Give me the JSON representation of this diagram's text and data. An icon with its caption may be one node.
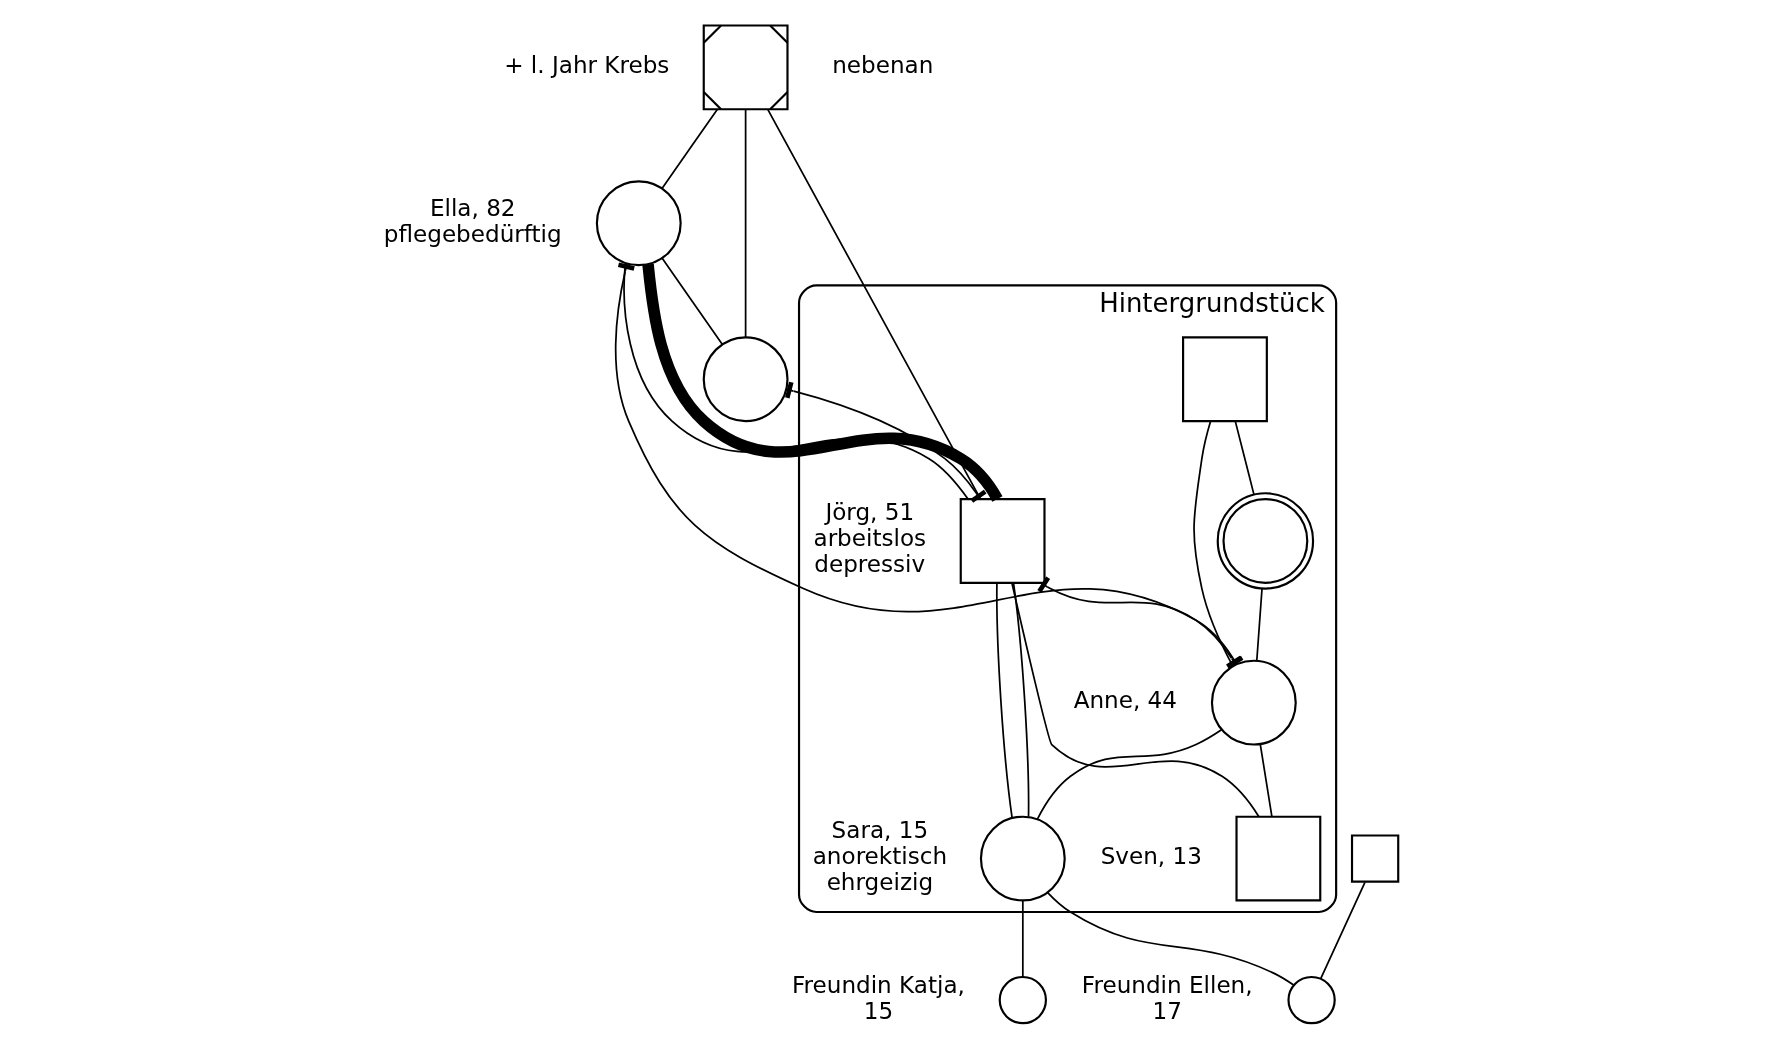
{
  "diagram": {
    "nodes": [
      {
        "text": [],
        "shape": "box",
        "beside": [
          "+ l. Jahr Krebs"
        ]
      },
      {
        "text": [],
        "shape": "circle",
        "beside": [
          "Ella, 82 pflegebedürftig"
        ]
      },
      {
        "text": [
          "Hintergrundstück"
        ]
      },
      {
        "text": [],
        "shape": "box",
        "in": 2
      },
      {
        "text": [],
        "shape": "circle",
        "in": 2
      },
      {
        "text": [],
        "shape": "circle"
      },
      {
        "text": [],
        "shape": "box",
        "in": 2,
        "beside": [
          "Jörg, 51 arbeitslos depressiv"
        ]
      },
      {
        "text": [],
        "shape": "circle",
        "in": 2,
        "beside": [
          "Anne, 44"
        ]
      },
      {
        "text": [],
        "shape": "circle",
        "in": 2,
        "beside": [
          "Sara, 15 anorektisch ehrgeizig"
        ]
      },
      {
        "text": [],
        "shape": "box",
        "in": 2,
        "beside": [
          "Sven, 13"
        ]
      },
      {
        "text": [],
        "shape": "circle",
        "beside": [
          "Freundin Katja, 15"
        ]
      },
      {
        "text": [],
        "shape": "box"
      },
      {
        "text": [],
        "shape": "circle",
        "beside": [
          "Freundin Ellen, 17"
        ]
      }
    ],
    "edges": [
      {
        "from": 0,
        "to": 1,
        "arrow": "none"
      },
      {
        "from": 0,
        "to": 5,
        "arrow": "none"
      },
      {
        "from": 0,
        "to": 6,
        "arrow": "none"
      },
      {
        "from": 1,
        "to": 5,
        "arrow": "none"
      },
      {
        "from": 1,
        "to": 6,
        "arrow": "none"
      },
      {
        "from": 1,
        "to": 6,
        "arrow": "none",
        "style": "thick"
      },
      {
        "from": 5,
        "to": 6,
        "arrow": "other"
      },
      {
        "from": 1,
        "to": 7,
        "arrow": "other"
      },
      {
        "from": 3,
        "to": 4,
        "arrow": "none"
      },
      {
        "from": 3,
        "to": 7,
        "arrow": "none"
      },
      {
        "from": 4,
        "to": 7,
        "arrow": "none"
      },
      {
        "from": 6,
        "to": 7,
        "arrow": "other"
      },
      {
        "from": 6,
        "to": 8,
        "arrow": "none"
      },
      {
        "from": 6,
        "to": 9,
        "arrow": "none"
      },
      {
        "from": 7,
        "to": 8,
        "arrow": "none"
      },
      {
        "from": 7,
        "to": 9,
        "arrow": "none"
      },
      {
        "from": 6,
        "to": 8,
        "arrow": "none"
      },
      {
        "from": 8,
        "to": 10,
        "arrow": "none"
      },
      {
        "from": 8,
        "to": 12,
        "arrow": "none"
      },
      {
        "from": 11,
        "to": 12,
        "arrow": "none"
      }
    ],
    "labels": [
      "nebenan"
    ]
  }
}
